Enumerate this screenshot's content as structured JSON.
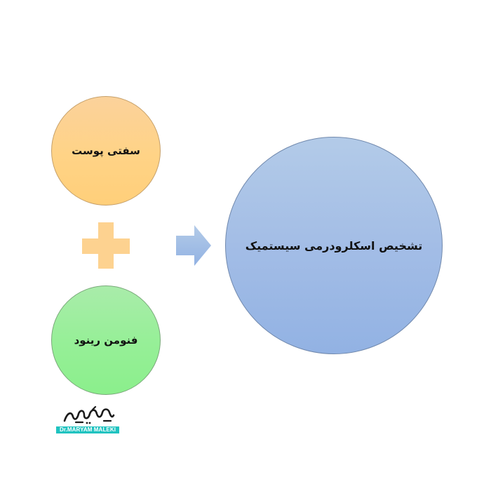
{
  "diagram": {
    "inputs": [
      {
        "label": "سفتی پوست"
      },
      {
        "label": "فنومن رینود"
      }
    ],
    "operator": "plus",
    "connector": "arrow-right",
    "result": {
      "label": "تشخیص اسکلرودرمی سیستمیک"
    }
  },
  "logo": {
    "name": "Dr.MARYAM MALEKI",
    "band_color": "#1fc3c0"
  },
  "colors": {
    "skin_circle": "#ffd386",
    "raynaud_circle": "#97ef98",
    "diagnosis_circle": "#a3bde6",
    "plus_sign": "#fdd290",
    "arrow": "#a3bde6"
  }
}
